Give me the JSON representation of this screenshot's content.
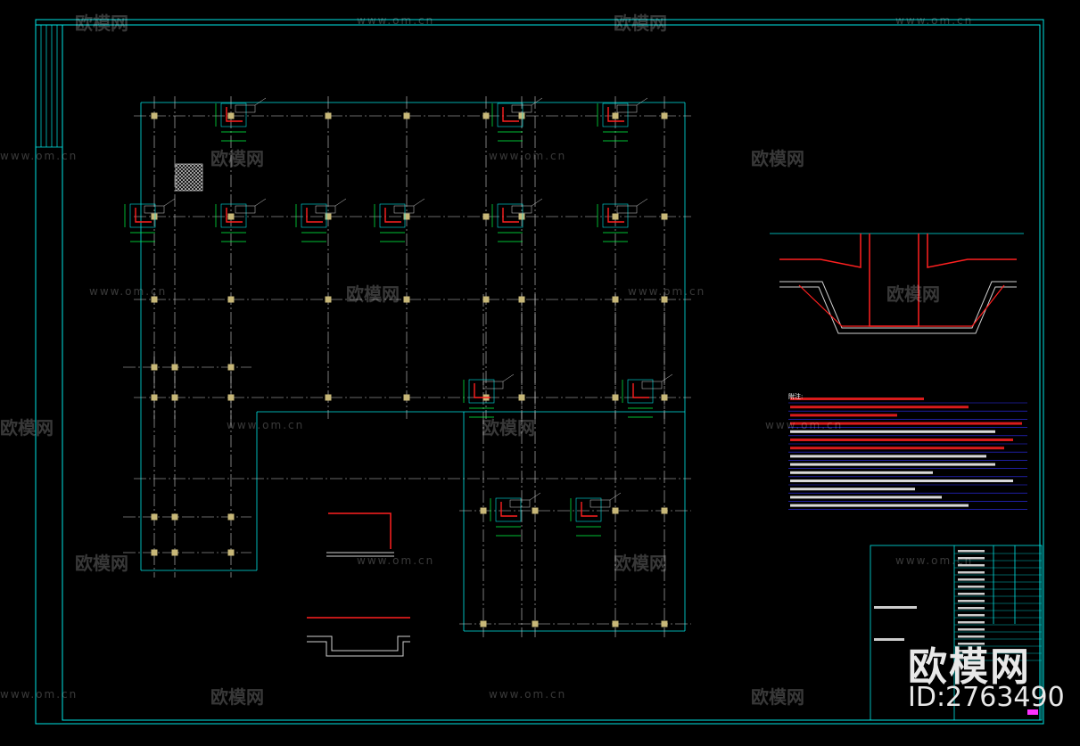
{
  "watermark": {
    "brand": "欧模网",
    "url": "www.om.cn"
  },
  "logo": {
    "brand": "欧模网",
    "id_label": "ID:2763490"
  },
  "notes": {
    "title": "附注:"
  },
  "colors": {
    "frame": "#00e5e5",
    "grid": "#cfcfcf",
    "dimension": "#00ff44",
    "rebar": "#ff2020",
    "column": "#c8b878",
    "notes_text": "#ffffff",
    "notes_lines": "#3030ff",
    "watermark": "#ffffff"
  }
}
